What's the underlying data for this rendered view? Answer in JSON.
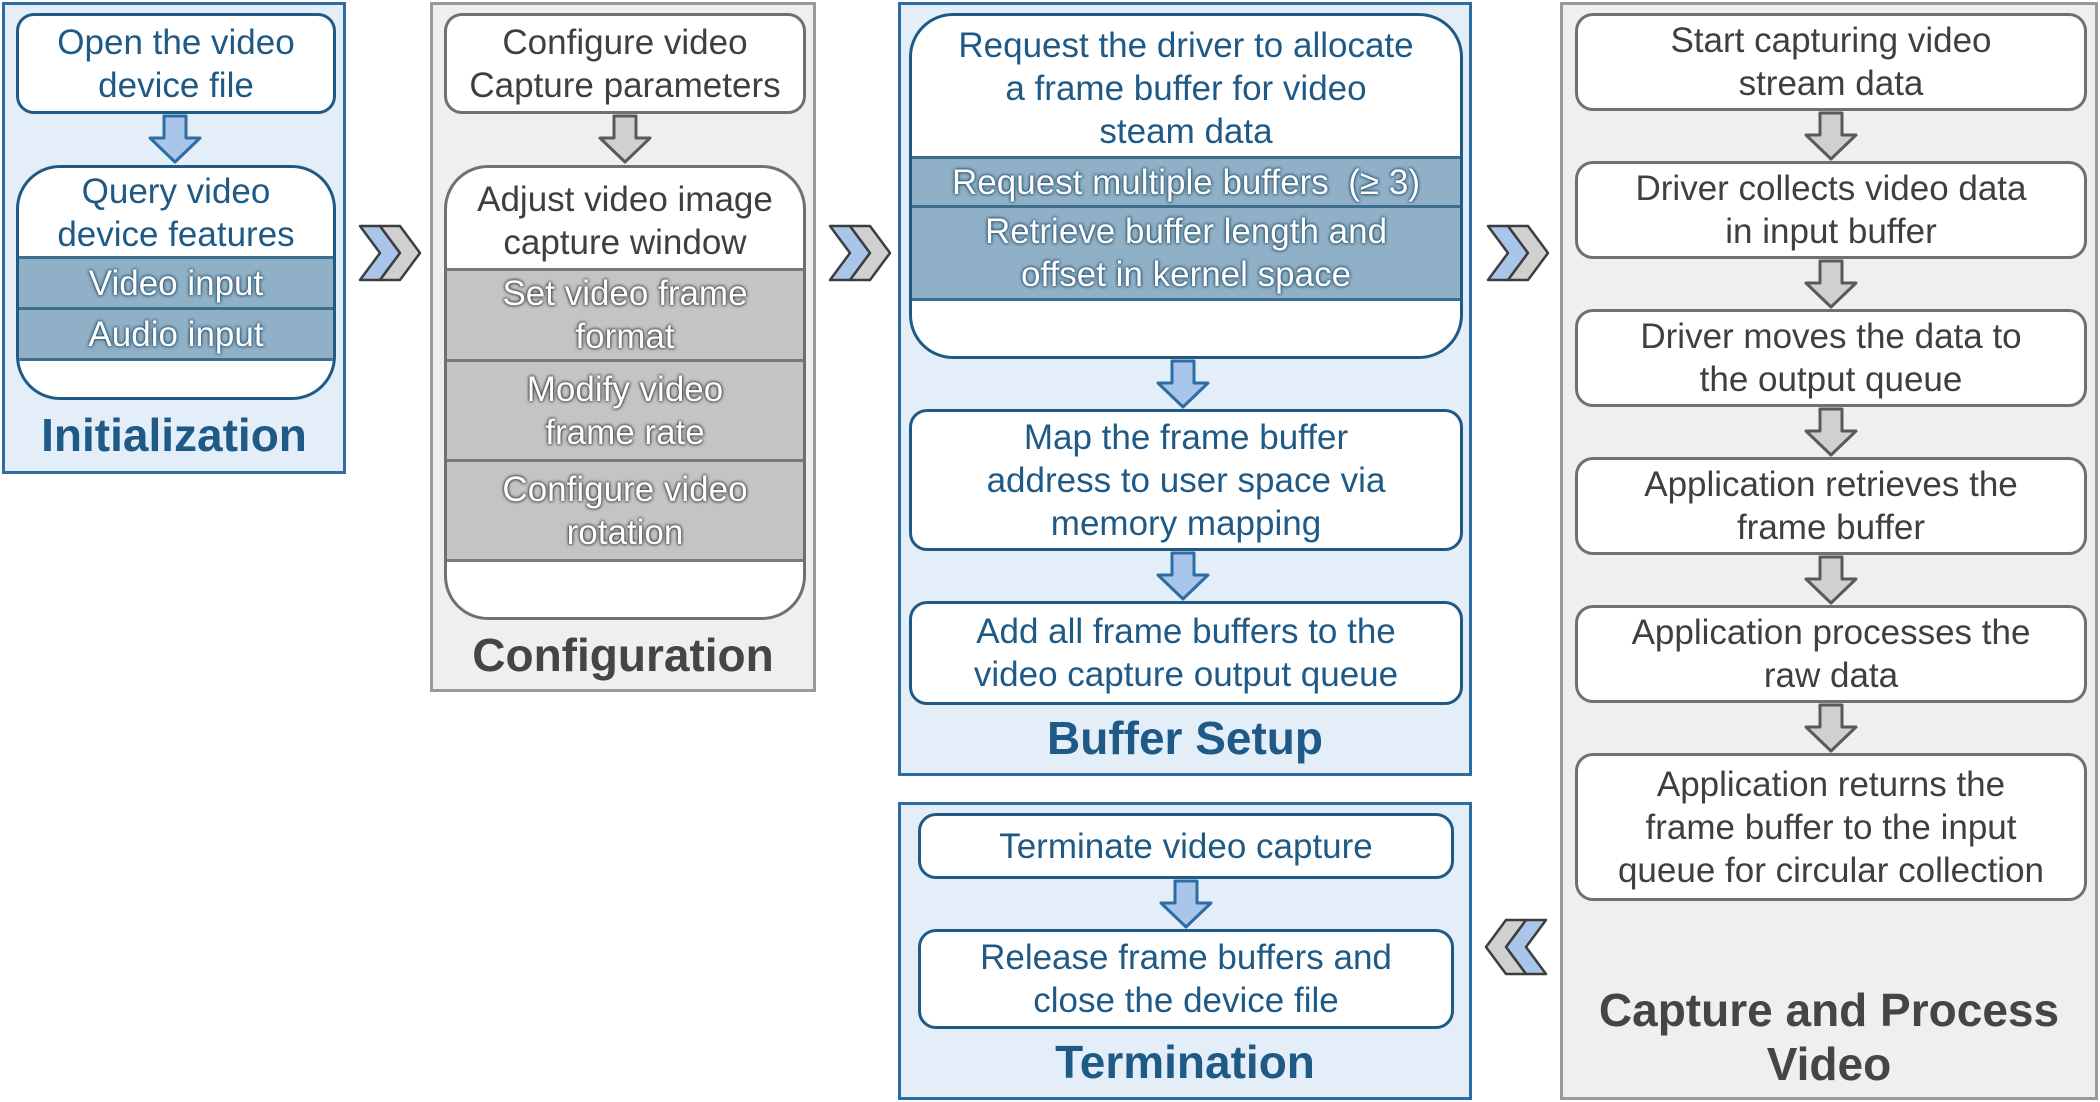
{
  "panels": {
    "initialization": {
      "title": "Initialization",
      "open_device": "Open the video\ndevice file",
      "query_title": "Query video\ndevice features",
      "query_items": [
        "Video input",
        "Audio input"
      ]
    },
    "configuration": {
      "title": "Configuration",
      "configure_params": "Configure video\nCapture parameters",
      "adjust_title": "Adjust video image\ncapture window",
      "adjust_items": [
        "Set video frame\nformat",
        "Modify video\nframe rate",
        "Configure video\nrotation"
      ]
    },
    "buffer_setup": {
      "title": "Buffer Setup",
      "request_title": "Request the driver to allocate\na frame buffer for video\nsteam data",
      "request_items": [
        "Request multiple buffers  (≥ 3)",
        "Retrieve buffer length and\noffset in kernel space"
      ],
      "map_buffer": "Map the frame buffer\naddress to user space via\nmemory mapping",
      "add_buffers": "Add all frame buffers to the\nvideo capture output queue"
    },
    "termination": {
      "title": "Termination",
      "terminate": "Terminate video capture",
      "release": "Release frame buffers and\nclose the device file"
    },
    "capture": {
      "title": "Capture and Process\nVideo",
      "steps": [
        "Start capturing video\nstream data",
        "Driver collects video data\nin input buffer",
        "Driver moves the data to\nthe output queue",
        "Application retrieves the\nframe buffer",
        "Application processes the\nraw data",
        "Application returns the\nframe buffer to the input\nqueue for circular collection"
      ]
    }
  },
  "colors": {
    "blue_panel_bg": "#e4eef8",
    "blue_border": "#2e6da4",
    "blue_text": "#1f5a86",
    "blue_band": "#8fb0c6",
    "blue_arrow": "#a9c6ea",
    "gray_panel_bg": "#efefef",
    "gray_border": "#9a9a9a",
    "gray_text": "#454545",
    "gray_band": "#c4c4c4",
    "gray_arrow": "#d0d0d0"
  },
  "icons": {
    "down_arrow": "down-arrow-icon",
    "chevron_right": "double-chevron-right-icon",
    "chevron_left": "double-chevron-left-icon"
  }
}
